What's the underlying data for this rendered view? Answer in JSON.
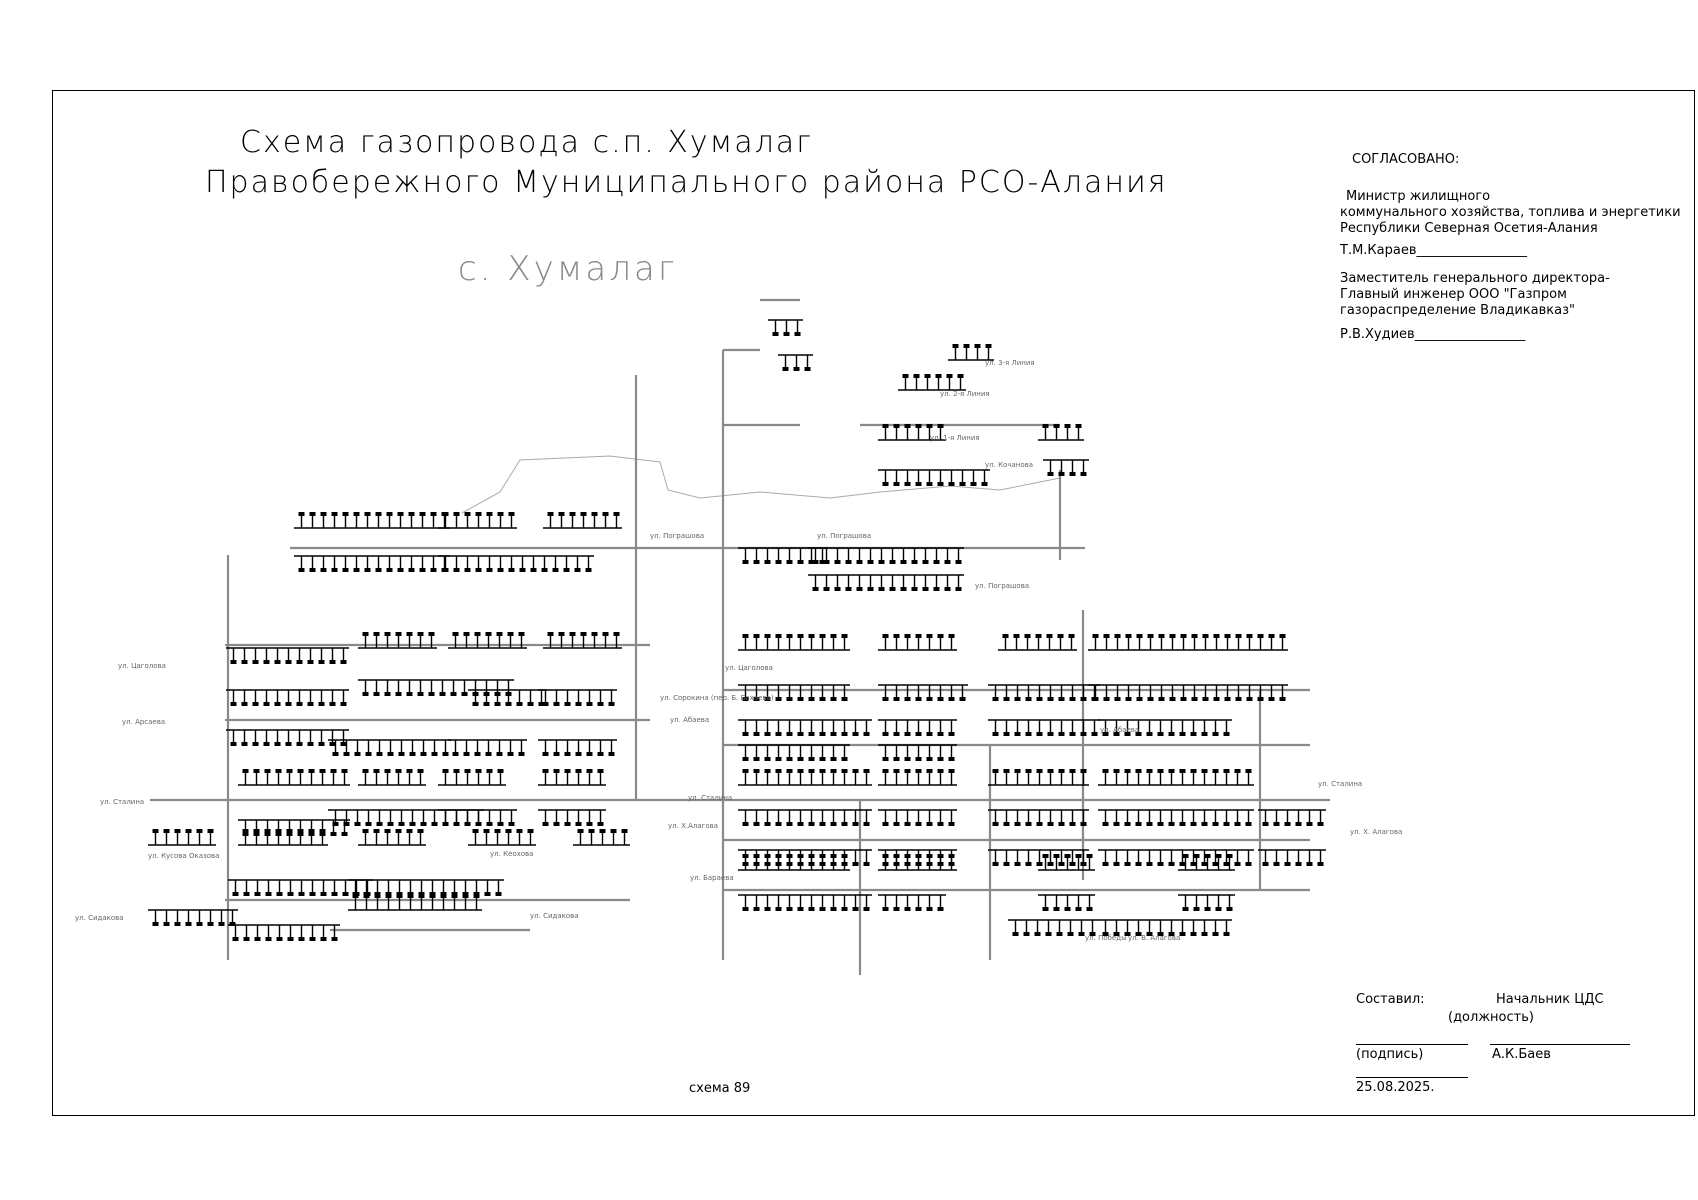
{
  "title": {
    "line1": "Схема газопровода с.п. Хумалаг",
    "line2": "Правобережного   Муниципального района РСО-Алания"
  },
  "village_label": "с. Хумалаг",
  "approval": {
    "heading": "СОГЛАСОВАНО:",
    "block1": {
      "line1": "Министр жилищного",
      "line2": "коммунального  хозяйства, топлива и энергетики",
      "line3": "Республики Северная Осетия-Алания",
      "signer": "Т.М.Караев_________________"
    },
    "block2": {
      "line1": "Заместитель генерального директора-",
      "line2": "Главный инженер  ООО \"Газпром",
      "line3": "газораспределение Владикавказ\"",
      "signer": "Р.В.Худиев_________________"
    }
  },
  "compiled": {
    "label": "Составил:",
    "position": "Начальник ЦДС",
    "position_caption": "(должность)",
    "signature_caption": "(подпись)",
    "name": "А.К.Баев",
    "date": "25.08.2025."
  },
  "scheme_number": "схема 89",
  "streets": [
    "ул. Цаголова",
    "ул. Арсаева",
    "ул. Сталина",
    "ул. Кусова Оказова",
    "ул. Сидакова",
    "ул. Кеохова",
    "ул. Сидакова",
    "ул. Победы",
    "ул. Цаголова",
    "ул. Абаева",
    "ул. Сталина",
    "ул. Х.Алагова",
    "ул. Бараева",
    "ул. Пограшова",
    "ул. Пограшова",
    "ул. Пограшова",
    "ул. Сталина",
    "ул. Х. Алагова",
    "ул. В. Алагова",
    "ул. Абаева",
    "ул. Кочанова",
    "ул. 1-я Линия",
    "ул. 2-я Линия",
    "ул. 3-я Линия",
    "ул. Сорокина (пер. Б. Бахаева)"
  ],
  "colors": {
    "ink": "#000000",
    "pipe": "#8a8a8a",
    "label": "#666666"
  }
}
